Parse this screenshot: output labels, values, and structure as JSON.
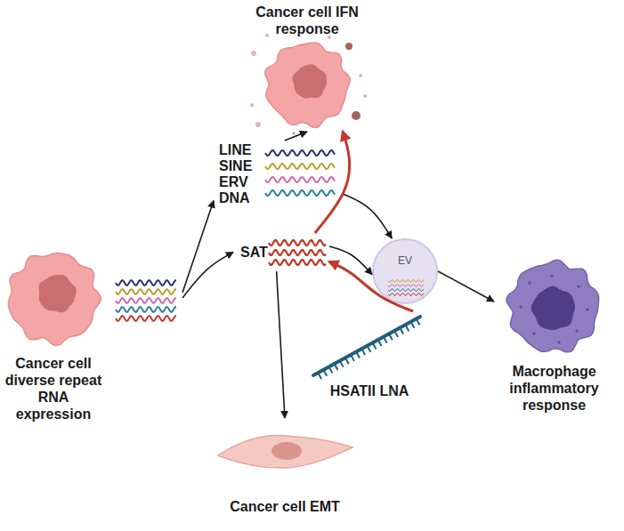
{
  "diagram": {
    "nodes": [
      {
        "text": [
          "Cancer cell diverse repeat RNA expression"
        ]
      },
      {
        "text": [
          "Cancer cell IFN response"
        ]
      },
      {
        "text": [
          "LINE SINE ERV DNA"
        ]
      },
      {
        "text": [
          "SAT"
        ]
      },
      {
        "text": [
          "EV"
        ]
      },
      {
        "text": [
          "Macrophage inflammatory response"
        ]
      },
      {
        "text": [
          "Cancer cell EMT"
        ]
      },
      {
        "text": [
          "HSATII LNA"
        ]
      }
    ],
    "edges": [
      {
        "from": 0,
        "to": 2,
        "arrow": "to"
      },
      {
        "from": 0,
        "to": 3,
        "arrow": "to"
      },
      {
        "from": 2,
        "to": 1,
        "arrow": "to"
      },
      {
        "from": 2,
        "to": 4,
        "arrow": "to"
      },
      {
        "from": 3,
        "to": 4,
        "arrow": "to"
      },
      {
        "from": 4,
        "to": 5,
        "arrow": "to"
      },
      {
        "from": 3,
        "to": 6,
        "arrow": "to"
      },
      {
        "from": 3,
        "to": 1,
        "arrow": "to"
      },
      {
        "from": 7,
        "to": 3,
        "arrow": "to"
      }
    ]
  }
}
